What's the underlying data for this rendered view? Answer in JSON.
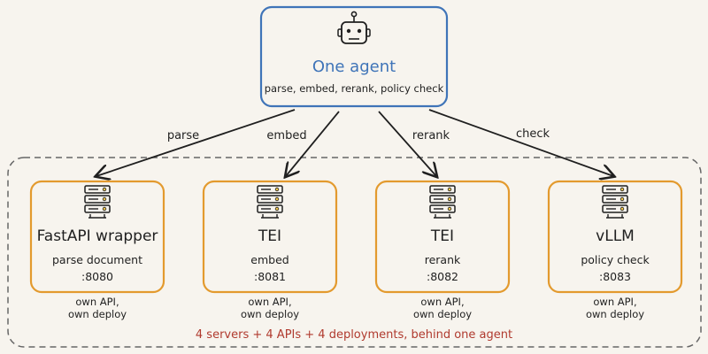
{
  "agent": {
    "title": "One agent",
    "subtitle": "parse, embed, rerank, policy check"
  },
  "edges": [
    {
      "label": "parse"
    },
    {
      "label": "embed"
    },
    {
      "label": "rerank"
    },
    {
      "label": "check"
    }
  ],
  "services": [
    {
      "name": "FastAPI wrapper",
      "task": "parse document",
      "port": ":8080",
      "note_line1": "own API,",
      "note_line2": "own deploy"
    },
    {
      "name": "TEI",
      "task": "embed",
      "port": ":8081",
      "note_line1": "own API,",
      "note_line2": "own deploy"
    },
    {
      "name": "TEI",
      "task": "rerank",
      "port": ":8082",
      "note_line1": "own API,",
      "note_line2": "own deploy"
    },
    {
      "name": "vLLM",
      "task": "policy check",
      "port": ":8083",
      "note_line1": "own API,",
      "note_line2": "own deploy"
    }
  ],
  "summary": "4 servers + 4 APIs + 4 deployments, behind one agent",
  "colors": {
    "background": "#f7f4ee",
    "agent_border": "#3f74b8",
    "agent_title": "#3f74b8",
    "service_border": "#e39a2e",
    "summary_text": "#b03a2e",
    "ink": "#1f1f1f",
    "server_light": "#f0c54c"
  },
  "icons": {
    "agent": "robot-icon",
    "service": "server-rack-icon"
  }
}
